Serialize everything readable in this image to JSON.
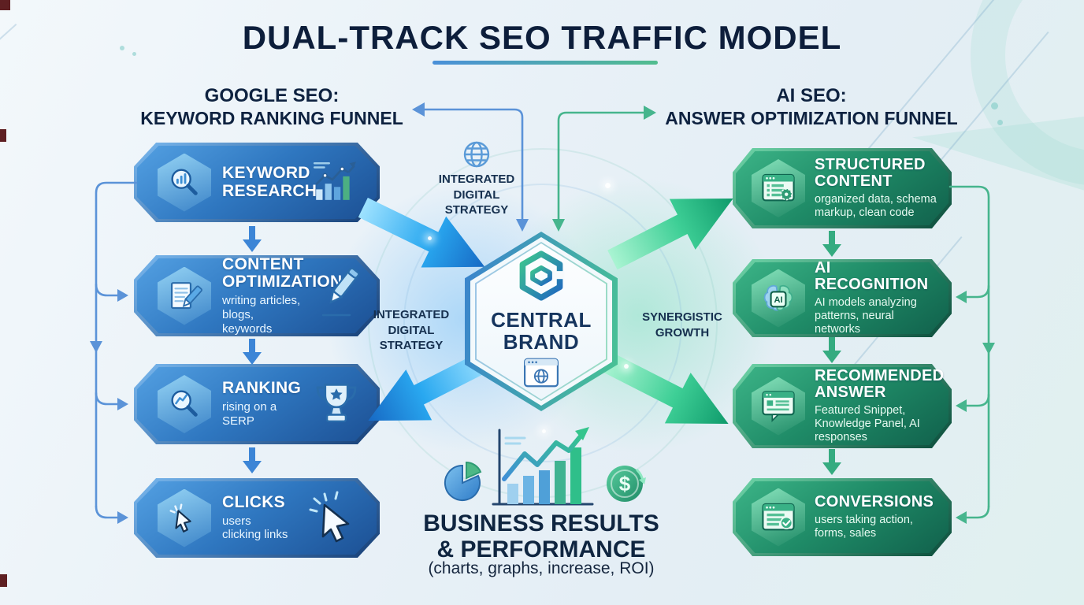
{
  "title": "DUAL-TRACK SEO TRAFFIC MODEL",
  "left_funnel": {
    "heading_line1": "GOOGLE SEO:",
    "heading_line2": "KEYWORD RANKING FUNNEL",
    "steps": [
      {
        "title": "KEYWORD RESEARCH",
        "subtitle": "",
        "icon": "magnifier-bars-icon",
        "side_icon": "bar-chart-trend-icon"
      },
      {
        "title": "CONTENT OPTIMIZATION",
        "subtitle": "writing articles, blogs, keywords",
        "icon": "document-pencil-icon",
        "side_icon": "pencil-icon"
      },
      {
        "title": "RANKING",
        "subtitle": "rising on a SERP",
        "icon": "magnifier-trend-icon",
        "side_icon": "trophy-icon"
      },
      {
        "title": "CLICKS",
        "subtitle": "users clicking links",
        "icon": "cursor-click-icon",
        "side_icon": "cursor-large-icon"
      }
    ]
  },
  "right_funnel": {
    "heading_line1": "AI SEO:",
    "heading_line2": "ANSWER OPTIMIZATION FUNNEL",
    "steps": [
      {
        "title": "STRUCTURED CONTENT",
        "subtitle": "organized data, schema markup, clean code",
        "icon": "browser-gear-icon"
      },
      {
        "title": "AI RECOGNITION",
        "subtitle": "AI models analyzing patterns, neural networks",
        "icon": "ai-brain-chip-icon"
      },
      {
        "title": "RECOMMENDED ANSWER",
        "subtitle": "Featured Snippet, Knowledge Panel, AI responses",
        "icon": "browser-speech-icon"
      },
      {
        "title": "CONVERSIONS",
        "subtitle": "users taking action, forms, sales",
        "icon": "browser-check-icon"
      }
    ]
  },
  "center": {
    "brand_title": "CENTRAL BRAND",
    "top_label": "INTEGRATED DIGITAL STRATEGY",
    "left_label": "INTEGRATED DIGITAL STRATEGY",
    "right_label": "SYNERGISTIC GROWTH",
    "logo_icon": "hexagon-brand-logo",
    "badge_icon": "browser-globe-icon",
    "top_label_icon": "globe-icon"
  },
  "bottom": {
    "title_line1": "BUSINESS RESULTS",
    "title_line2": "& PERFORMANCE",
    "subtitle": "(charts, graphs, increase, ROI)",
    "icons": [
      "pie-chart-icon",
      "growth-bar-chart-icon",
      "dollar-coin-icon"
    ]
  },
  "colors": {
    "accent_blue": "#2f7cc4",
    "accent_green": "#35b183",
    "title_navy": "#0d1e3b",
    "box_blue_light": "#53a0e2",
    "box_blue_dark": "#1c5094",
    "box_green_light": "#3cb487",
    "box_green_dark": "#11614c",
    "underline_gradient": [
      "#4a90d9",
      "#52bd8e"
    ]
  }
}
